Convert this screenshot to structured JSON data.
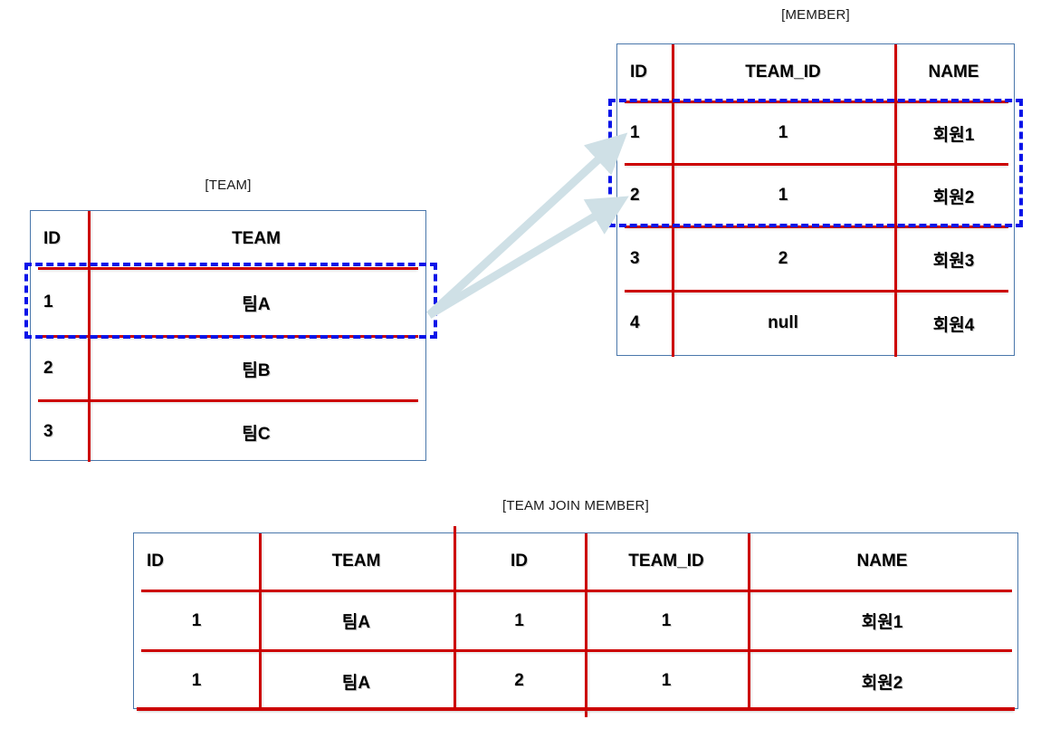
{
  "diagram": {
    "caption_team": "[TEAM]",
    "caption_member": "[MEMBER]",
    "caption_join": "[TEAM JOIN MEMBER]",
    "colors": {
      "table_border": "#4a77ab",
      "rule": "#cc0000",
      "highlight": "#0a14e8",
      "arrow": "#d6e3e8",
      "text": "#000000"
    }
  },
  "team_table": {
    "title": "[TEAM]",
    "headers": [
      "ID",
      "TEAM"
    ],
    "rows": [
      {
        "id": "1",
        "team": "팀A",
        "highlighted": true
      },
      {
        "id": "2",
        "team": "팀B",
        "highlighted": false
      },
      {
        "id": "3",
        "team": "팀C",
        "highlighted": false
      }
    ]
  },
  "member_table": {
    "title": "[MEMBER]",
    "headers": [
      "ID",
      "TEAM_ID",
      "NAME"
    ],
    "rows": [
      {
        "id": "1",
        "team_id": "1",
        "name": "회원1",
        "highlighted": true
      },
      {
        "id": "2",
        "team_id": "1",
        "name": "회원2",
        "highlighted": true
      },
      {
        "id": "3",
        "team_id": "2",
        "name": "회원3",
        "highlighted": false
      },
      {
        "id": "4",
        "team_id": "null",
        "name": "회원4",
        "highlighted": false
      }
    ]
  },
  "join_table": {
    "title": "[TEAM JOIN MEMBER]",
    "headers": [
      "ID",
      "TEAM",
      "ID",
      "TEAM_ID",
      "NAME"
    ],
    "rows": [
      {
        "team_id_col": "1",
        "team": "팀A",
        "member_id": "1",
        "member_team_id": "1",
        "name": "회원1"
      },
      {
        "team_id_col": "1",
        "team": "팀A",
        "member_id": "2",
        "member_team_id": "1",
        "name": "회원2"
      }
    ]
  },
  "connectors": [
    {
      "name": "team-row1-to-member-row1",
      "label": ""
    },
    {
      "name": "team-row1-to-member-row2",
      "label": ""
    }
  ]
}
